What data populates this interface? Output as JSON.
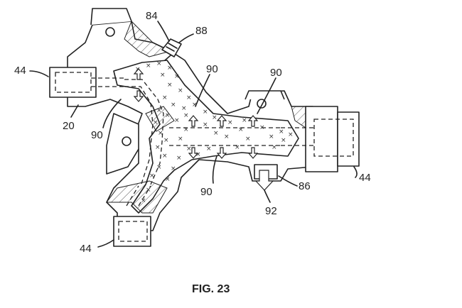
{
  "figure": {
    "caption": "FIG. 23",
    "labels": {
      "l84": "84",
      "l88": "88",
      "l44_left": "44",
      "l44_right": "44",
      "l44_bottom": "44",
      "l20": "20",
      "l90_a": "90",
      "l90_b": "90",
      "l90_c": "90",
      "l90_d": "90",
      "l86": "86",
      "l92": "92"
    },
    "fill_symbol": "×"
  }
}
